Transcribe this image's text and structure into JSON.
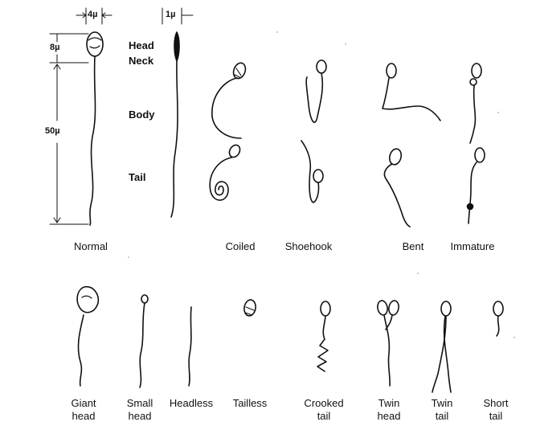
{
  "dimensions": {
    "head_width": "4µ",
    "neck_width": "1µ",
    "head_length": "8µ",
    "total_length": "50µ"
  },
  "parts": {
    "head": "Head",
    "neck": "Neck",
    "body": "Body",
    "tail": "Tail"
  },
  "row1_labels": {
    "normal": "Normal",
    "coiled": "Coiled",
    "shoehook": "Shoehook",
    "bent": "Bent",
    "immature": "Immature"
  },
  "row2_labels": {
    "giant_head_1": "Giant",
    "giant_head_2": "head",
    "small_head_1": "Small",
    "small_head_2": "head",
    "headless": "Headless",
    "tailless": "Tailless",
    "crooked_tail_1": "Crooked",
    "crooked_tail_2": "tail",
    "twin_head_1": "Twin",
    "twin_head_2": "head",
    "twin_tail_1": "Twin",
    "twin_tail_2": "tail",
    "short_tail_1": "Short",
    "short_tail_2": "tail"
  }
}
